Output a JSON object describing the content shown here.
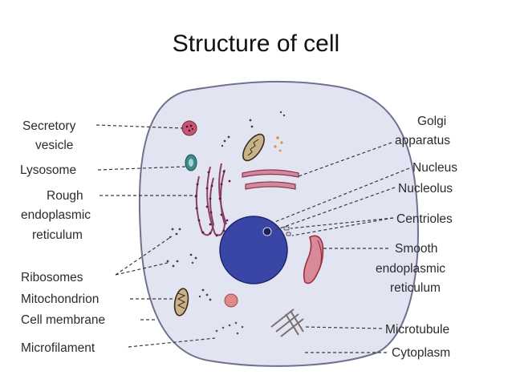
{
  "title": "Structure of cell",
  "colors": {
    "cytoplasm": "#e3e4f1",
    "membrane": "#6f7190",
    "nucleus": "#3a46a6",
    "organelle_pink": "#c45575",
    "lysosome": "#3c8a8a",
    "leader": "#3a3a3a"
  },
  "labels": {
    "secretory_vesicle": [
      "Secretory",
      "vesicle"
    ],
    "lysosome": "Lysosome",
    "rough_er": [
      "Rough",
      "endoplasmic",
      "reticulum"
    ],
    "ribosomes": "Ribosomes",
    "mitochondrion": "Mitochondrion",
    "cell_membrane": "Cell membrane",
    "microfilament": "Microfilament",
    "golgi": [
      "Golgi",
      "apparatus"
    ],
    "nucleus": "Nucleus",
    "nucleolus": "Nucleolus",
    "centrioles": "Centrioles",
    "smooth_er": [
      "Smooth",
      "endoplasmic",
      "reticulum"
    ],
    "microtubule": "Microtubule",
    "cytoplasm": "Cytoplasm"
  }
}
